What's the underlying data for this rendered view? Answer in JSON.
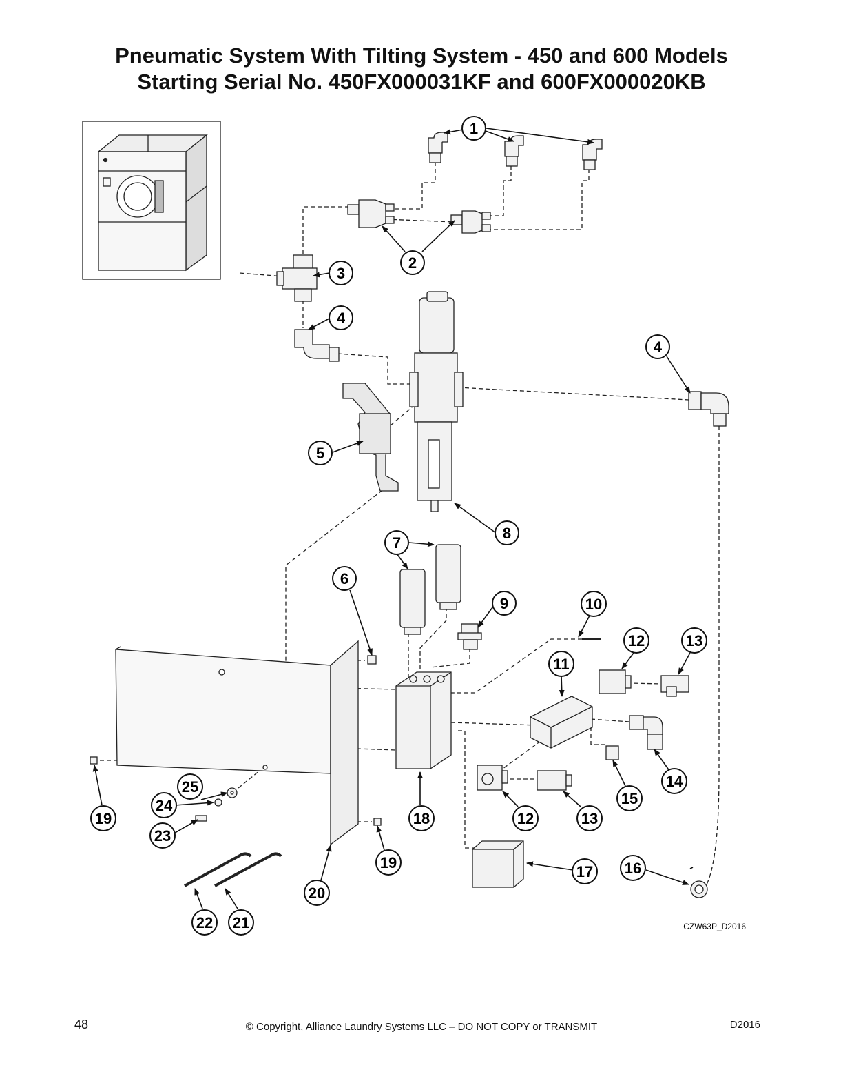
{
  "title": {
    "line1": "Pneumatic System With Tilting System - 450 and 600 Models",
    "line2": "Starting Serial No. 450FX000031KF and 600FX000020KB"
  },
  "diagram": {
    "drawing_code": "CZW63P_D2016",
    "callouts": [
      "1",
      "2",
      "3",
      "4",
      "4",
      "5",
      "6",
      "7",
      "8",
      "9",
      "10",
      "11",
      "12",
      "12",
      "13",
      "13",
      "14",
      "15",
      "16",
      "17",
      "18",
      "19",
      "19",
      "20",
      "21",
      "22",
      "23",
      "24",
      "25"
    ]
  },
  "footer": {
    "page_number": "48",
    "copyright": "© Copyright, Alliance Laundry Systems LLC – DO NOT COPY or TRANSMIT",
    "doc_code": "D2016"
  }
}
